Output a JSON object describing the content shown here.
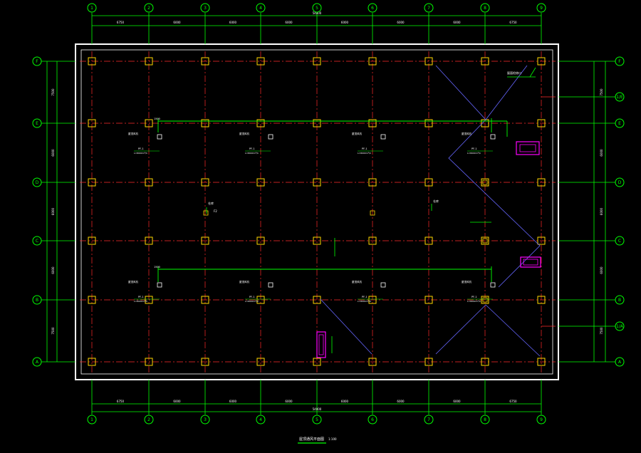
{
  "drawing": {
    "title": "屋顶通风平面图",
    "scale": "1:100",
    "total_dimension": "54000",
    "span_dims": [
      "6750",
      "6000",
      "6000",
      "6000",
      "6000",
      "6000",
      "6000",
      "6750"
    ],
    "column_axes": [
      "1",
      "2",
      "3",
      "4",
      "5",
      "6",
      "7",
      "8",
      "9"
    ],
    "row_axes": [
      "F",
      "E",
      "D",
      "C",
      "B",
      "A"
    ],
    "right_extra_axes": [
      "1/E",
      "1/A"
    ],
    "row_dims": [
      "7500",
      "6000",
      "6000",
      "6000",
      "7500"
    ]
  },
  "annotations": {
    "room_label": "仓库",
    "room_number": "F2",
    "leader_label": "屋面检修口",
    "fan_label": "屋顶风机",
    "fan_code": "PF-1",
    "fan_spec": "L=8000m³/h",
    "duct_dim": "1500"
  },
  "colors": {
    "background": "#000000",
    "border": "#ffffff",
    "axis": "#00ff00",
    "grid": "#ff2a2a",
    "column": "#ffd700",
    "slope": "#6666ff",
    "hatch": "#ff00ff"
  }
}
